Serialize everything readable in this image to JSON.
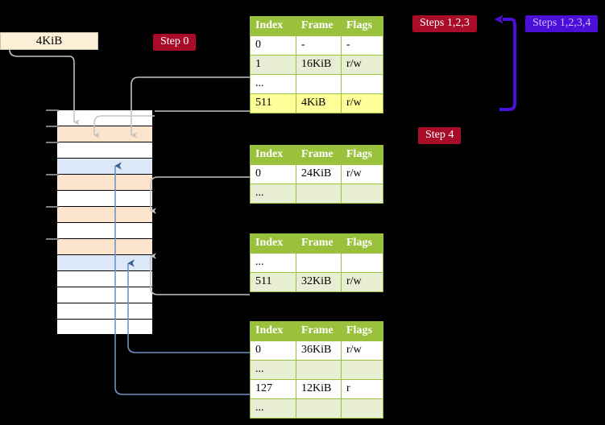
{
  "legend": {
    "size_box": {
      "label": "4KiB"
    }
  },
  "badges": [
    {
      "id": "step-0",
      "label": "Step 0",
      "color": "#a80c28",
      "style": "red"
    },
    {
      "id": "steps-123",
      "label": "Steps 1,2,3",
      "color": "#a80c28",
      "style": "red"
    },
    {
      "id": "steps-1234",
      "label": "Steps 1,2,3,4",
      "color": "#4b0fd8",
      "style": "blue"
    },
    {
      "id": "step-4",
      "label": "Step 4",
      "color": "#a80c28",
      "style": "red"
    }
  ],
  "tables": [
    {
      "id": "pml4-table",
      "headers": [
        "Index",
        "Frame",
        "Flags"
      ],
      "rows": [
        {
          "cells": [
            "0",
            "-",
            "-"
          ],
          "highlight": false
        },
        {
          "cells": [
            "1",
            "16KiB",
            "r/w"
          ],
          "highlight": false
        },
        {
          "cells": [
            "...",
            "",
            ""
          ],
          "highlight": false
        },
        {
          "cells": [
            "511",
            "4KiB",
            "r/w"
          ],
          "highlight": true
        }
      ]
    },
    {
      "id": "pdpt-table",
      "headers": [
        "Index",
        "Frame",
        "Flags"
      ],
      "rows": [
        {
          "cells": [
            "0",
            "24KiB",
            "r/w"
          ],
          "highlight": false
        },
        {
          "cells": [
            "...",
            "",
            ""
          ],
          "highlight": false
        }
      ]
    },
    {
      "id": "pd-table",
      "headers": [
        "Index",
        "Frame",
        "Flags"
      ],
      "rows": [
        {
          "cells": [
            "...",
            "",
            ""
          ],
          "highlight": false
        },
        {
          "cells": [
            "511",
            "32KiB",
            "r/w"
          ],
          "highlight": false
        }
      ]
    },
    {
      "id": "pt-table",
      "headers": [
        "Index",
        "Frame",
        "Flags"
      ],
      "rows": [
        {
          "cells": [
            "0",
            "36KiB",
            "r/w"
          ],
          "highlight": false
        },
        {
          "cells": [
            "...",
            "",
            ""
          ],
          "highlight": false
        },
        {
          "cells": [
            "127",
            "12KiB",
            "r"
          ],
          "highlight": false
        },
        {
          "cells": [
            "...",
            "",
            ""
          ],
          "highlight": false
        }
      ]
    }
  ],
  "memory_column": {
    "frames": [
      {
        "fill": "white"
      },
      {
        "fill": "peach"
      },
      {
        "fill": "white"
      },
      {
        "fill": "blue"
      },
      {
        "fill": "peach"
      },
      {
        "fill": "white"
      },
      {
        "fill": "peach"
      },
      {
        "fill": "white"
      },
      {
        "fill": "peach"
      },
      {
        "fill": "blue"
      },
      {
        "fill": "white"
      },
      {
        "fill": "white"
      },
      {
        "fill": "white"
      },
      {
        "fill": "white"
      }
    ]
  },
  "colors": {
    "table_header": "#9ac13c",
    "table_row_alt": "#e8eed3",
    "highlight": "#ffff99",
    "frame_peach": "#fce4cd",
    "frame_blue": "#dce8f7",
    "badge_red": "#a80c28",
    "badge_blue": "#4b0fd8",
    "wire_grey": "#bfbfbf",
    "wire_blue": "#6f93c4",
    "arrow_blue": "#4b0fd8",
    "background": "#000000"
  }
}
